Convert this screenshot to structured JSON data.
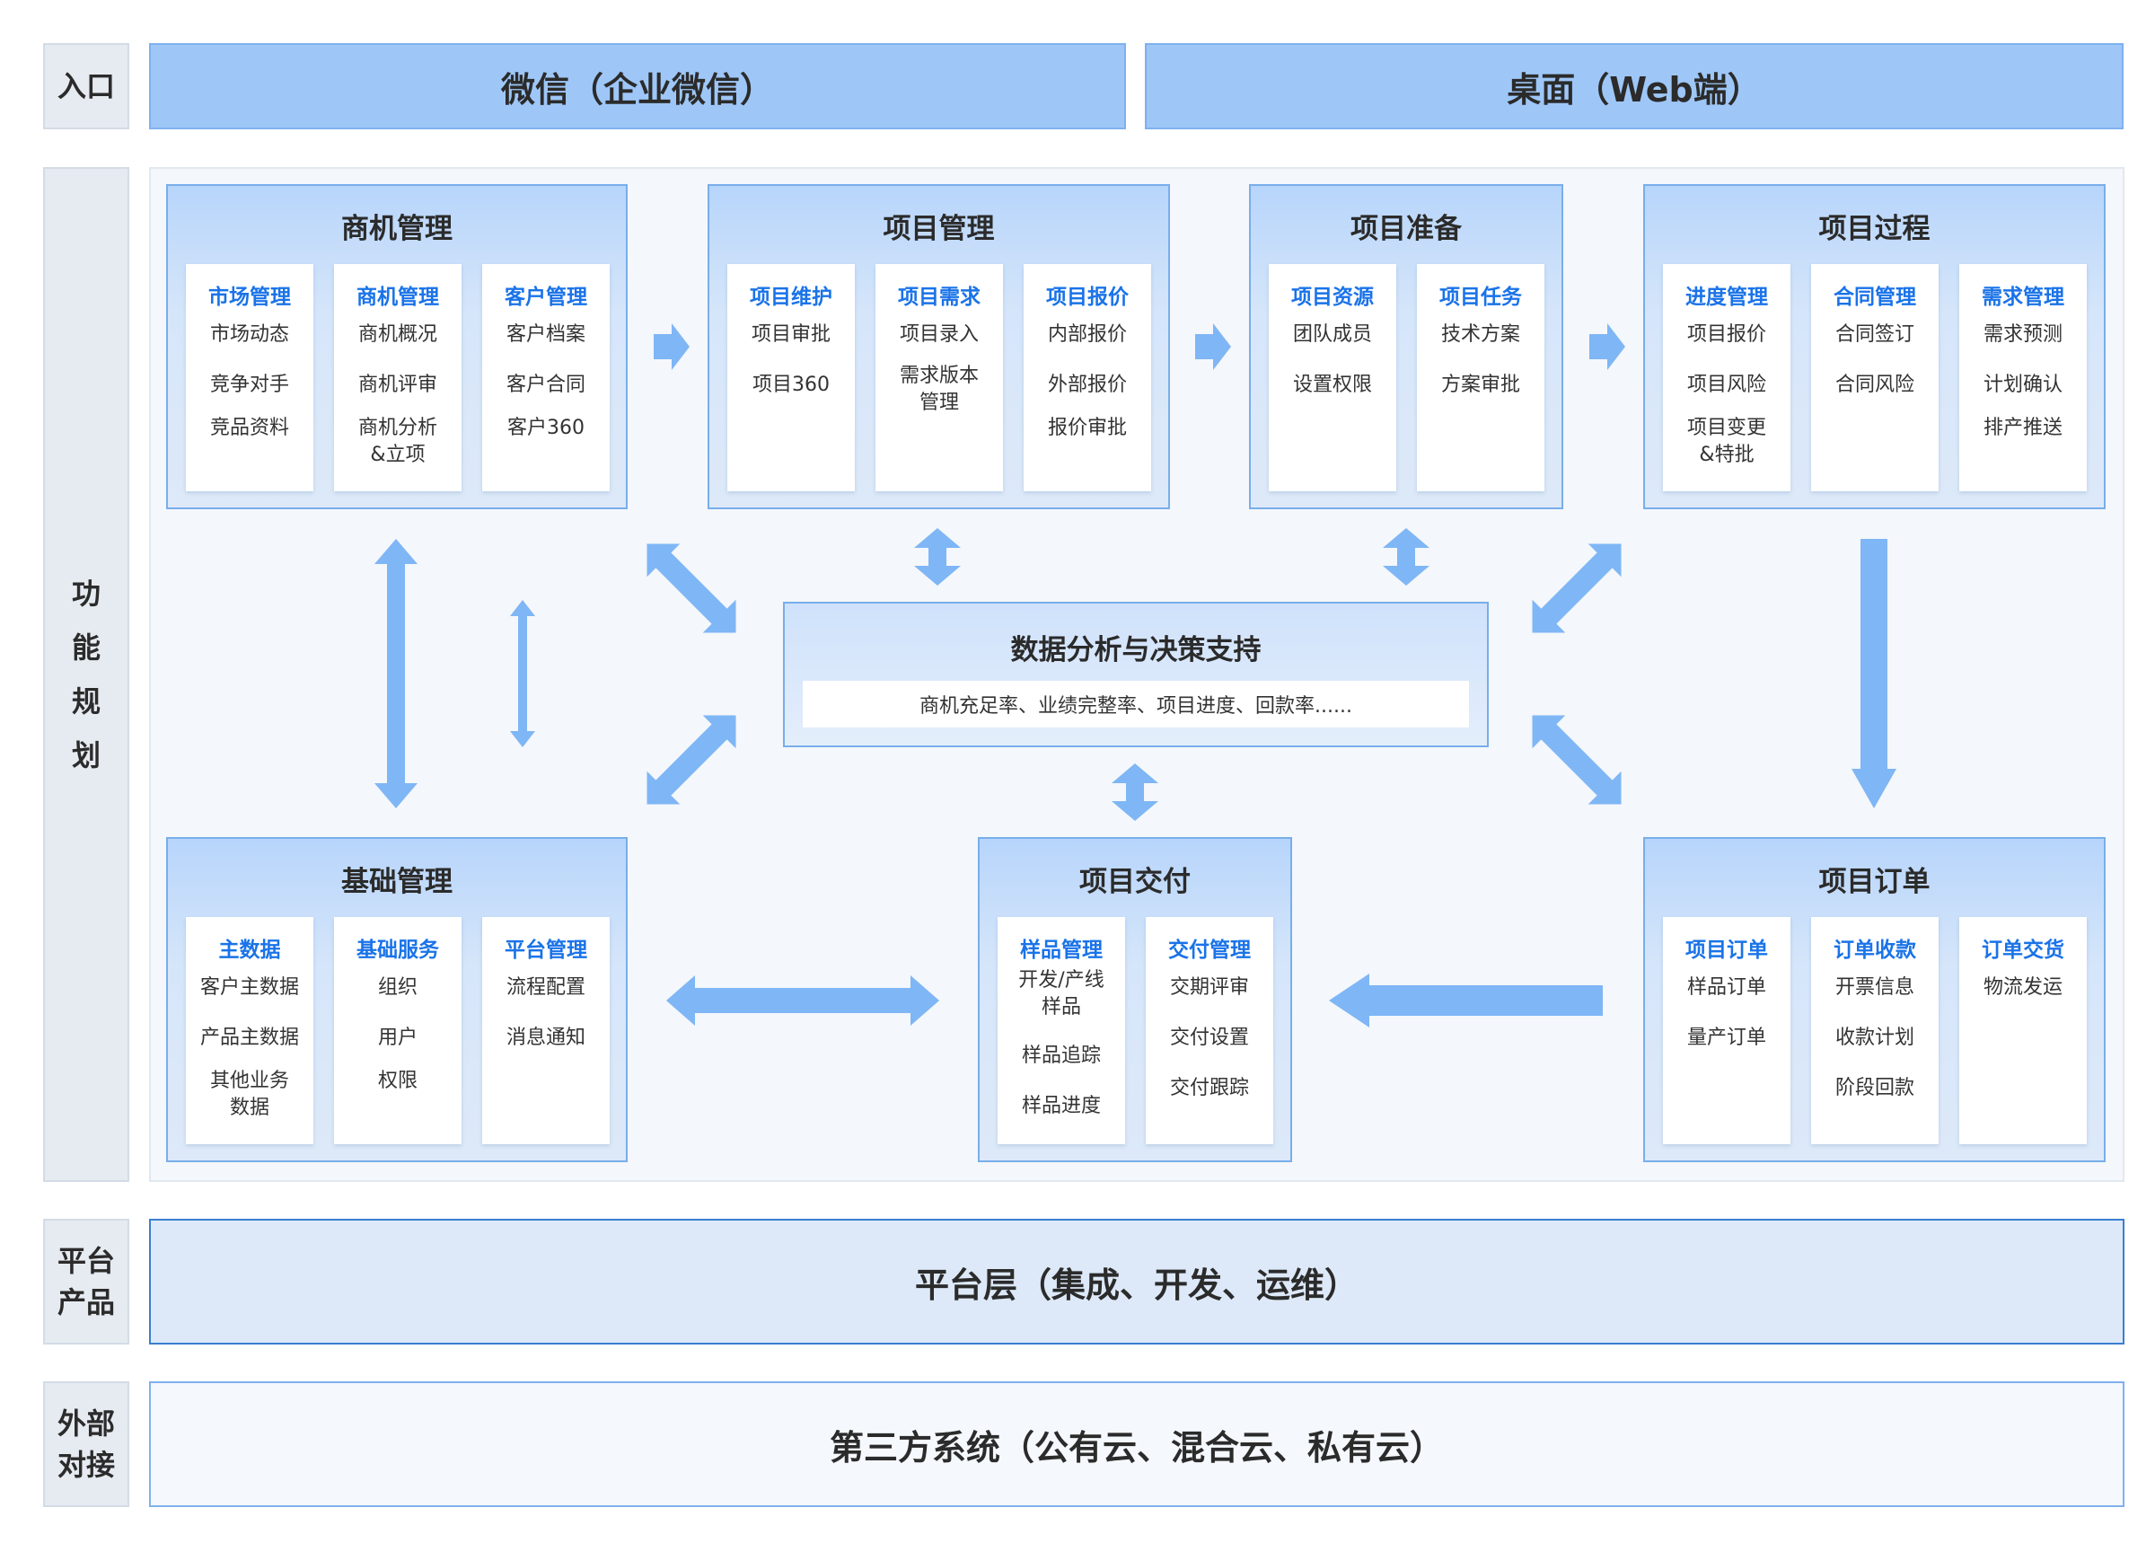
{
  "entry": {
    "label": "入口",
    "wechat": "微信（企业微信）",
    "desktop": "桌面（Web端）"
  },
  "function": {
    "label": "功\n能\n规\n划",
    "modules": [
      {
        "title": "商机管理",
        "columns": [
          {
            "head": "市场管理",
            "items": [
              "市场动态",
              "竞争对手",
              "竞品资料"
            ]
          },
          {
            "head": "商机管理",
            "items": [
              "商机概况",
              "商机评审",
              "商机分析\n&立项"
            ]
          },
          {
            "head": "客户管理",
            "items": [
              "客户档案",
              "客户合同",
              "客户360"
            ]
          }
        ]
      },
      {
        "title": "项目管理",
        "columns": [
          {
            "head": "项目维护",
            "items": [
              "项目审批",
              "项目360"
            ]
          },
          {
            "head": "项目需求",
            "items": [
              "项目录入",
              "需求版本\n管理"
            ]
          },
          {
            "head": "项目报价",
            "items": [
              "内部报价",
              "外部报价",
              "报价审批"
            ]
          }
        ]
      },
      {
        "title": "项目准备",
        "columns": [
          {
            "head": "项目资源",
            "items": [
              "团队成员",
              "设置权限"
            ]
          },
          {
            "head": "项目任务",
            "items": [
              "技术方案",
              "方案审批"
            ]
          }
        ]
      },
      {
        "title": "项目过程",
        "columns": [
          {
            "head": "进度管理",
            "items": [
              "项目报价",
              "项目风险",
              "项目变更\n&特批"
            ]
          },
          {
            "head": "合同管理",
            "items": [
              "合同签订",
              "合同风险"
            ]
          },
          {
            "head": "需求管理",
            "items": [
              "需求预测",
              "计划确认",
              "排产推送"
            ]
          }
        ]
      },
      {
        "title": "基础管理",
        "columns": [
          {
            "head": "主数据",
            "items": [
              "客户主数据",
              "产品主数据",
              "其他业务\n数据"
            ]
          },
          {
            "head": "基础服务",
            "items": [
              "组织",
              "用户",
              "权限"
            ]
          },
          {
            "head": "平台管理",
            "items": [
              "流程配置",
              "消息通知"
            ]
          }
        ]
      },
      {
        "title": "项目交付",
        "columns": [
          {
            "head": "样品管理",
            "items": [
              "开发/产线\n样品",
              "样品追踪",
              "样品进度"
            ]
          },
          {
            "head": "交付管理",
            "items": [
              "交期评审",
              "交付设置",
              "交付跟踪"
            ]
          }
        ]
      },
      {
        "title": "项目订单",
        "columns": [
          {
            "head": "项目订单",
            "items": [
              "样品订单",
              "量产订单"
            ]
          },
          {
            "head": "订单收款",
            "items": [
              "开票信息",
              "收款计划",
              "阶段回款"
            ]
          },
          {
            "head": "订单交货",
            "items": [
              "物流发运"
            ]
          }
        ]
      }
    ],
    "center": {
      "title": "数据分析与决策支持",
      "subtitle": "商机充足率、业绩完整率、项目进度、回款率......"
    }
  },
  "platform": {
    "label": "平台\n产品",
    "content": "平台层（集成、开发、运维）"
  },
  "external": {
    "label": "外部\n对接",
    "content": "第三方系统（公有云、混合云、私有云）"
  },
  "colors": {
    "accent": "#1a73e8",
    "arrow": "#7fb6f5",
    "header_blue": "#9ec7f8"
  }
}
